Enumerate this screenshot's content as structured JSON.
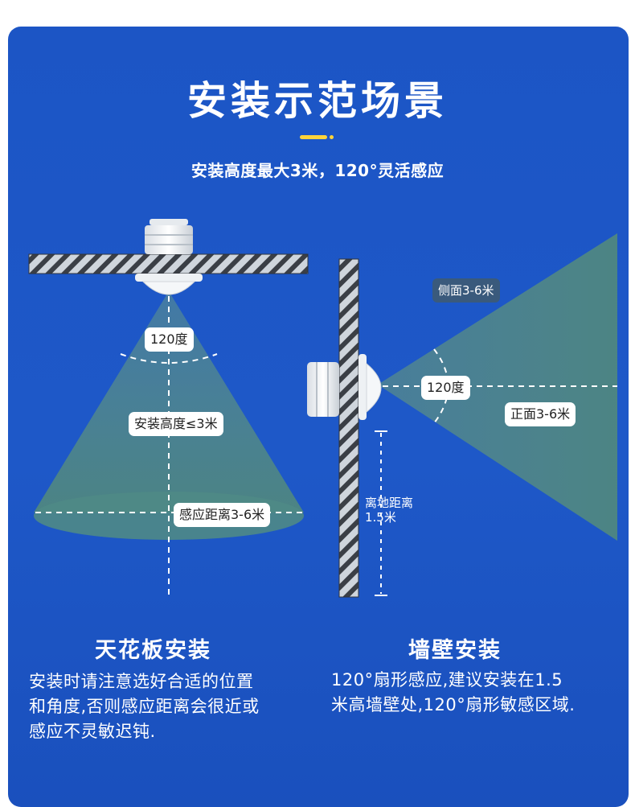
{
  "header": {
    "title": "安装示范场景",
    "subtitle": "安装高度最大3米，120°灵活感应"
  },
  "ceiling_diagram": {
    "angle_label": "120度",
    "height_label": "安装高度≤3米",
    "range_label": "感应距离3-6米"
  },
  "wall_diagram": {
    "side_label": "侧面3-6米",
    "angle_label": "120度",
    "front_label": "正面3-6米",
    "ground_distance_label": [
      "离地距离",
      "1.5米"
    ]
  },
  "sections": {
    "ceiling": {
      "heading": "天花板安装",
      "lines": [
        "安装时请注意选好合适的位置",
        "和角度,否则感应距离会很近或",
        "感应不灵敏迟钝."
      ]
    },
    "wall": {
      "heading": "墙壁安装",
      "lines": [
        "120°扇形感应,建议安装在1.5",
        "米高墙壁处,120°扇形敏感区域."
      ]
    }
  },
  "colors": {
    "background": "#1e58c8",
    "accent": "#ffd43a",
    "beam": "#4f8a86"
  }
}
